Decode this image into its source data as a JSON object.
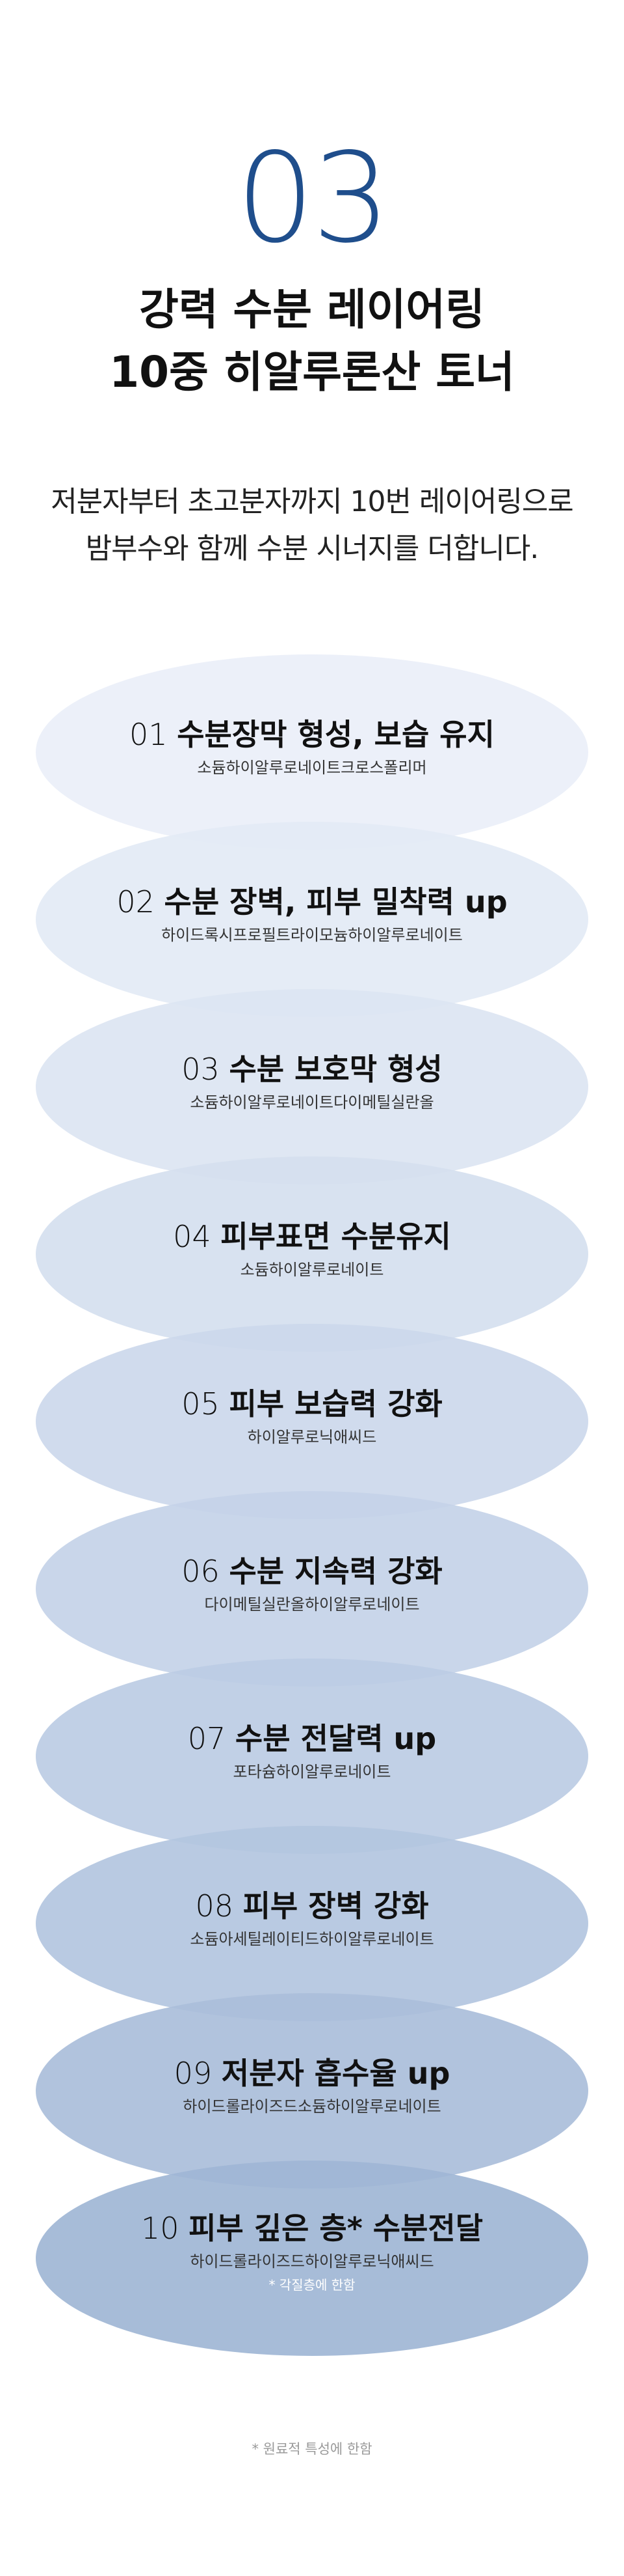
{
  "section_number": "03",
  "headline": {
    "line1": "강력 수분 레이어링",
    "line2": "10중 히알루론산 토너"
  },
  "description": {
    "line1": "저분자부터 초고분자까지 10번 레이어링으로",
    "line2": "밤부수와 함께 수분 시너지를 더합니다."
  },
  "layers": [
    {
      "num": "01",
      "name": "수분장막 형성, 보습 유지",
      "ingredient": "소듐하이알루로네이트크로스폴리머",
      "color": "#eaeff8"
    },
    {
      "num": "02",
      "name": "수분 장벽, 피부 밀착력 up",
      "ingredient": "하이드록시프로필트라이모늄하이알루로네이트",
      "color": "#e3eaf5"
    },
    {
      "num": "03",
      "name": "수분 보호막 형성",
      "ingredient": "소듐하이알루로네이트다이메틸실란올",
      "color": "#dce5f2"
    },
    {
      "num": "04",
      "name": "피부표면 수분유지",
      "ingredient": "소듐하이알루로네이트",
      "color": "#d5dfef"
    },
    {
      "num": "05",
      "name": "피부 보습력 강화",
      "ingredient": "하이알루로닉애씨드",
      "color": "#ccd8eb"
    },
    {
      "num": "06",
      "name": "수분 지속력 강화",
      "ingredient": "다이메틸실란올하이알루로네이트",
      "color": "#c4d2e8"
    },
    {
      "num": "07",
      "name": "수분 전달력 up",
      "ingredient": "포타슘하이알루로네이트",
      "color": "#bccce4"
    },
    {
      "num": "08",
      "name": "피부 장벽 강화",
      "ingredient": "소듐아세틸레이티드하이알루로네이트",
      "color": "#b3c5e0"
    },
    {
      "num": "09",
      "name": "저분자 흡수율 up",
      "ingredient": "하이드롤라이즈드소듐하이알루로네이트",
      "color": "#aabeda"
    },
    {
      "num": "10",
      "name": "피부 깊은 층* 수분전달",
      "ingredient": "하이드롤라이즈드하이알루로닉애씨드",
      "note": "* 각질층에 한함",
      "color": "#9fb6d5"
    }
  ],
  "footnote": "* 원료적 특성에 한함"
}
